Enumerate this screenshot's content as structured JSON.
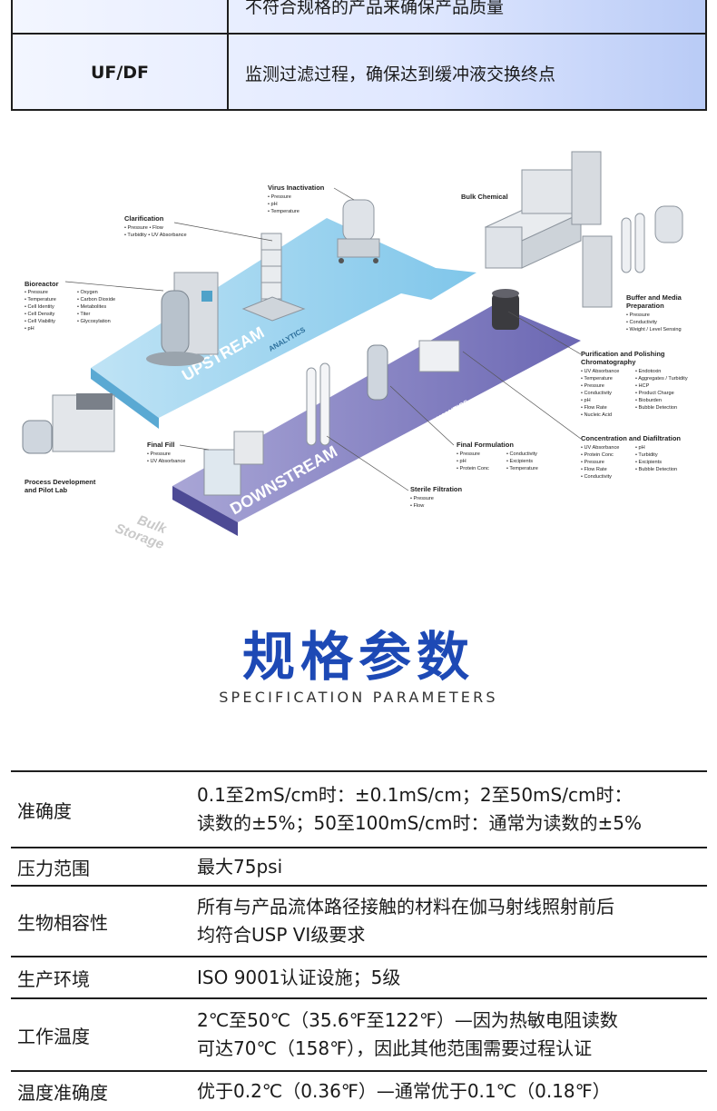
{
  "app_table": {
    "rows": [
      {
        "name": "",
        "desc": "不符合规格的产品来确保产品质量"
      },
      {
        "name": "UF/DF",
        "desc": "监测过滤过程，确保达到缓冲液交换终点"
      }
    ]
  },
  "diagram": {
    "band_labels": {
      "upstream": "UPSTREAM",
      "downstream": "DOWNSTREAM",
      "analytics_top": "ANALYTICS",
      "analytics_bottom": "ANALYTICS",
      "bulk_storage_1": "Bulk",
      "bulk_storage_2": "Storage"
    },
    "bioreactor": {
      "title": "Bioreactor",
      "col1": [
        "• Pressure",
        "• Temperature",
        "• Cell Identity",
        "• Cell Density",
        "• Cell Viability",
        "• pH"
      ],
      "col2": [
        "• Oxygen",
        "• Carbon Dioxide",
        "• Metabolites",
        "• Titer",
        "• Glycosylation"
      ]
    },
    "clarification": {
      "title": "Clarification",
      "lines": [
        "• Pressure   • Flow",
        "• Turbidity   • UV Absorbance"
      ]
    },
    "virus_inactivation": {
      "title": "Virus Inactivation",
      "lines": [
        "• Pressure",
        "• pH",
        "• Temperature"
      ]
    },
    "bulk_chemical": {
      "title": "Bulk Chemical"
    },
    "buffer_media": {
      "title1": "Buffer and Media",
      "title2": "Preparation",
      "lines": [
        "• Pressure",
        "• Conductivity",
        "• Weight / Level Sensing"
      ]
    },
    "purification": {
      "title1": "Purification and Polishing",
      "title2": "Chromatography",
      "col1": [
        "• UV Absorbance",
        "• Temperature",
        "• Pressure",
        "• Conductivity",
        "• pH",
        "• Flow Rate",
        "• Nucleic Acid"
      ],
      "col2": [
        "• Endotoxin",
        "• Aggregates / Turbidity",
        "• HCP",
        "• Product Charge",
        "• Bioburden",
        "• Bubble Detection"
      ]
    },
    "concentration": {
      "title": "Concentration and Diafiltration",
      "col1": [
        "• UV Absorbance",
        "• Protein Conc",
        "• Pressure",
        "• Flow Rate",
        "• Conductivity"
      ],
      "col2": [
        "• pH",
        "• Turbidity",
        "• Excipients",
        "• Bubble Detection"
      ]
    },
    "final_formulation": {
      "title": "Final Formulation",
      "col1": [
        "• Pressure",
        "• pH",
        "• Protein Conc"
      ],
      "col2": [
        "• Conductivity",
        "• Excipients",
        "• Temperature"
      ]
    },
    "final_fill": {
      "title": "Final Fill",
      "lines": [
        "• Pressure",
        "• UV Absorbance"
      ]
    },
    "sterile_filtration": {
      "title": "Sterile Filtration",
      "lines": [
        "• Pressure",
        "• Flow"
      ]
    },
    "process_dev": {
      "title1": "Process Development",
      "title2": "and Pilot Lab"
    }
  },
  "spec_heading": {
    "title": "规格参数",
    "subtitle": "SPECIFICATION PARAMETERS"
  },
  "spec_table": [
    {
      "label": "准确度",
      "value": [
        "0.1至2mS/cm时：±0.1mS/cm；2至50mS/cm时：",
        "读数的±5%；50至100mS/cm时：通常为读数的±5%"
      ]
    },
    {
      "label": "压力范围",
      "value": [
        "最大75psi"
      ]
    },
    {
      "label": "生物相容性",
      "value": [
        "所有与产品流体路径接触的材料在伽马射线照射前后",
        "均符合USP VI级要求"
      ]
    },
    {
      "label": "生产环境",
      "value": [
        "ISO 9001认证设施；5级"
      ]
    },
    {
      "label": "工作温度",
      "value": [
        "2℃至50℃（35.6℉至122℉）—因为热敏电阻读数",
        "可达70℃（158℉），因此其他范围需要过程认证"
      ]
    },
    {
      "label": "温度准确度",
      "value": [
        "优于0.2℃（0.36℉）—通常优于0.1℃（0.18℉）"
      ]
    }
  ]
}
